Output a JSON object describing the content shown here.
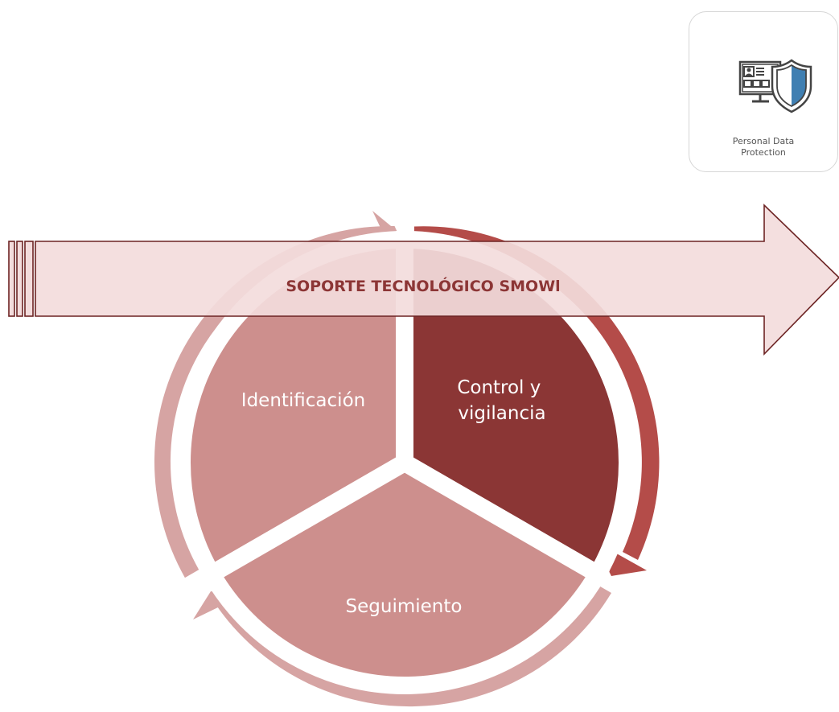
{
  "banner": {
    "label": "SOPORTE TECNOLÓGICO SMOWl"
  },
  "cycle": [
    {
      "label_lines": [
        "Identificación"
      ],
      "fill": "#cd8f8d",
      "ring": "#d6a4a3"
    },
    {
      "label_lines": [
        "Control y",
        "vigilancia"
      ],
      "fill": "#8b3635",
      "ring": "#b44c49"
    },
    {
      "label_lines": [
        "Seguimiento"
      ],
      "fill": "#cd8f8d",
      "ring": "#d6a4a3"
    }
  ],
  "badge": {
    "icon": "monitor-shield-icon",
    "line1": "Personal Data",
    "line2": "Protection"
  },
  "colors": {
    "banner_fill": "#f3dcdc",
    "banner_stroke": "#6d2424",
    "text_dark_red": "#8c3535",
    "shield_blue": "#3f7fb2"
  }
}
